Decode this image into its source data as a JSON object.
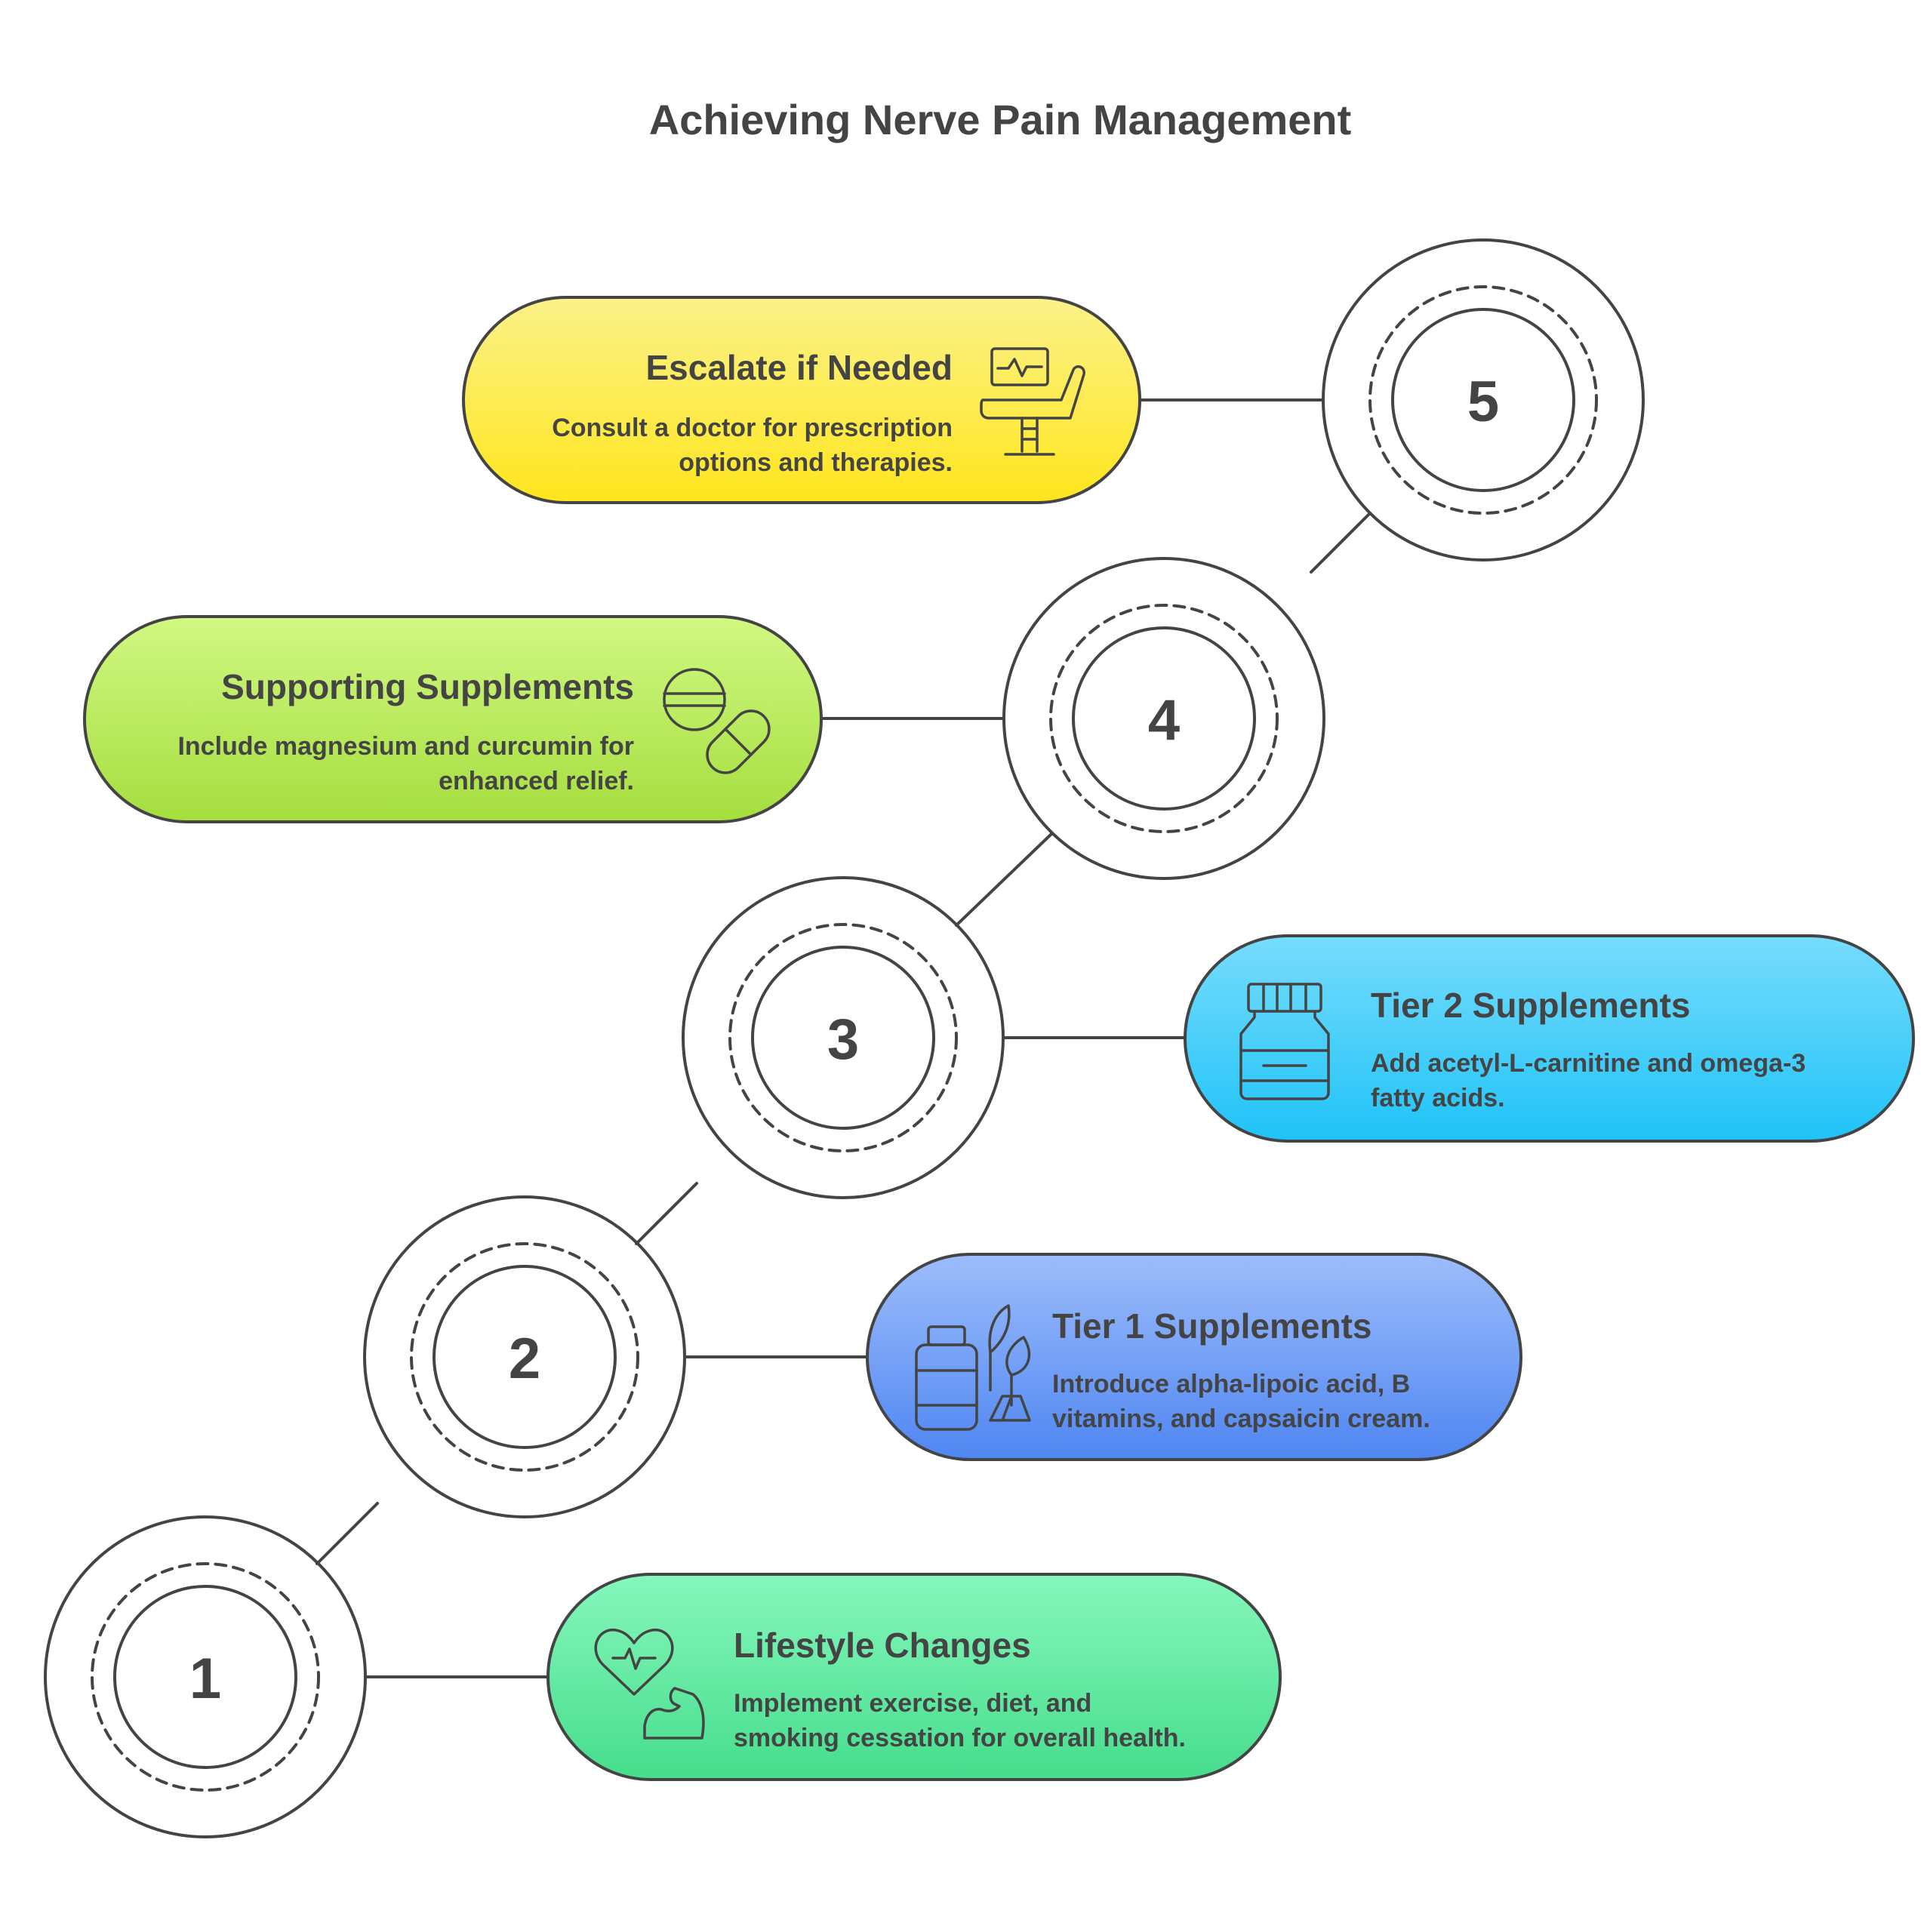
{
  "title": "Achieving Nerve Pain Management",
  "steps": [
    {
      "number": "1",
      "title": "Lifestyle Changes",
      "desc": [
        "Implement exercise, diet, and",
        "smoking cessation for overall health."
      ],
      "icon": "heart-muscle-icon",
      "color_top": "#86F7BC",
      "color_bottom": "#46DD8C"
    },
    {
      "number": "2",
      "title": "Tier 1 Supplements",
      "desc": [
        "Introduce alpha-lipoic acid, B",
        "vitamins, and capsaicin cream."
      ],
      "icon": "bottle-herbs-icon",
      "color_top": "#9DBDFB",
      "color_bottom": "#4F86F2"
    },
    {
      "number": "3",
      "title": "Tier 2 Supplements",
      "desc": [
        "Add acetyl-L-carnitine and omega-3",
        "fatty acids."
      ],
      "icon": "supplement-jar-icon",
      "color_top": "#77DCFC",
      "color_bottom": "#1FC3F8"
    },
    {
      "number": "4",
      "title": "Supporting Supplements",
      "desc": [
        "Include magnesium and curcumin for",
        "enhanced relief."
      ],
      "icon": "pills-icon",
      "color_top": "#D1F883",
      "color_bottom": "#A5DE3E"
    },
    {
      "number": "5",
      "title": "Escalate if Needed",
      "desc": [
        "Consult a doctor for prescription",
        "options and therapies."
      ],
      "icon": "medical-chair-monitor-icon",
      "color_top": "#FBF28A",
      "color_bottom": "#FFE51D"
    }
  ]
}
